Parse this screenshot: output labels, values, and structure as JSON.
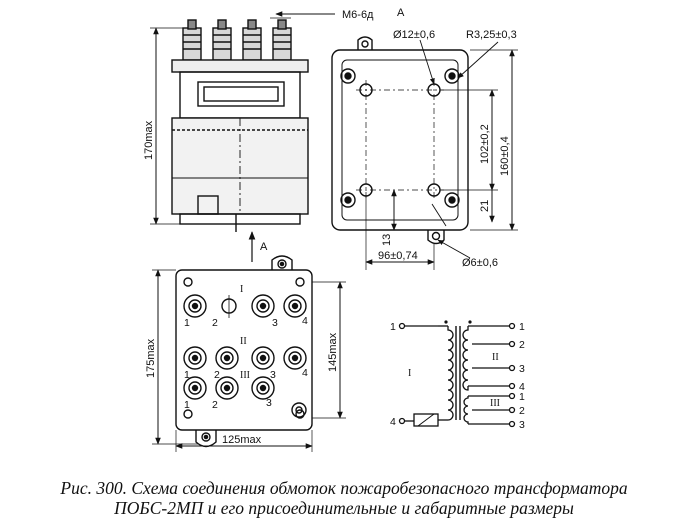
{
  "drawing": {
    "side_view": {
      "thread": "М6-6д",
      "height": "170max",
      "view_arrow": "А"
    },
    "view_a": {
      "title": "А",
      "hole_large": "Ø12±0,6",
      "corner_radius": "R3,25±0,3",
      "spacing_102": "102±0,2",
      "height_160": "160±0,4",
      "dim_21": "21",
      "dim_13": "13",
      "width_96": "96±0,74",
      "hole_small": "Ø6±0,6"
    },
    "top_view": {
      "height_outer": "175max",
      "height_inner": "145max",
      "width": "125max",
      "groups": [
        "I",
        "II",
        "III"
      ],
      "row1": [
        "1",
        "2",
        "3",
        "4"
      ],
      "row2": [
        "1",
        "2",
        "3",
        "4"
      ],
      "row3": [
        "1",
        "2",
        "3"
      ]
    },
    "schematic": {
      "primary_label": "I",
      "secondary_labels": [
        "II",
        "III"
      ],
      "left_terminals": [
        "1",
        "4"
      ],
      "right_terminals_ii": [
        "1",
        "2",
        "3",
        "4"
      ],
      "right_terminals_iii": [
        "1",
        "2",
        "3"
      ]
    }
  },
  "caption": {
    "line1": "Рис. 300. Схема соединения обмоток пожаробезопасного трансформатора",
    "line2": "ПОБС-2МП и его присоединительные и габаритные размеры"
  }
}
